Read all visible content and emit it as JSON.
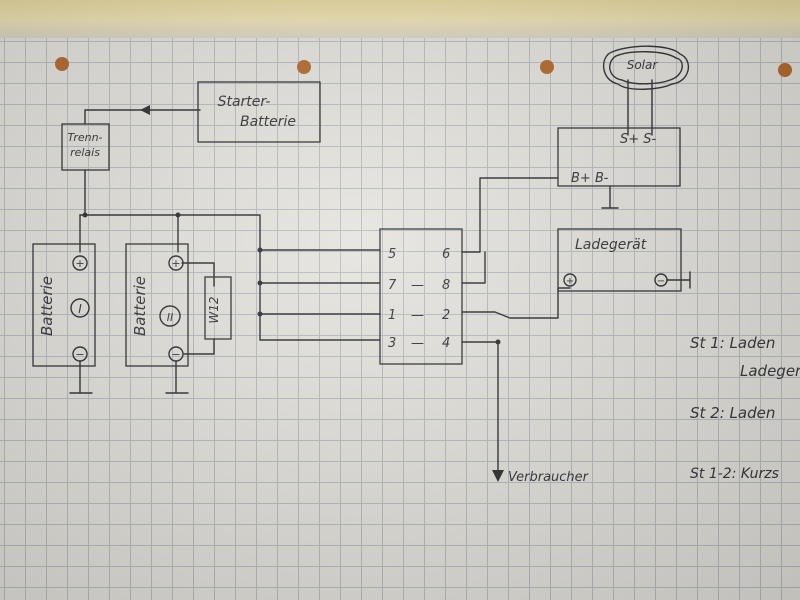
{
  "components": {
    "trennrelais_line1": "Trenn-",
    "trennrelais_line2": "relais",
    "starter_line1": "Starter-",
    "starter_line2": "Batterie",
    "solar_label": "Solar",
    "solar_regulator_terminals_top": "S+ S-",
    "solar_regulator_terminals_bottom": "B+ B-",
    "ladegeraet_label": "Ladegerät",
    "battery1_label": "Batterie",
    "battery1_number": "I",
    "battery2_label": "Batterie",
    "battery2_number": "II",
    "w12_label": "W12",
    "plus_sign": "+",
    "minus_sign": "−",
    "verbraucher_label": "Verbraucher"
  },
  "switch": {
    "rows": [
      {
        "left": "5",
        "sep": "",
        "right": "6"
      },
      {
        "left": "7",
        "sep": "—",
        "right": "8"
      },
      {
        "left": "1",
        "sep": "—",
        "right": "2"
      },
      {
        "left": "3",
        "sep": "—",
        "right": "4"
      }
    ]
  },
  "notes": [
    "St 1: Laden",
    "Ladegerät",
    "St 2: Laden",
    "St 1-2: Kurzs"
  ],
  "colors": {
    "ink": "#2f2f33",
    "paper": "#e6e4de",
    "grid": "#b9bdc2",
    "punch_hole": "#b56a2c"
  }
}
